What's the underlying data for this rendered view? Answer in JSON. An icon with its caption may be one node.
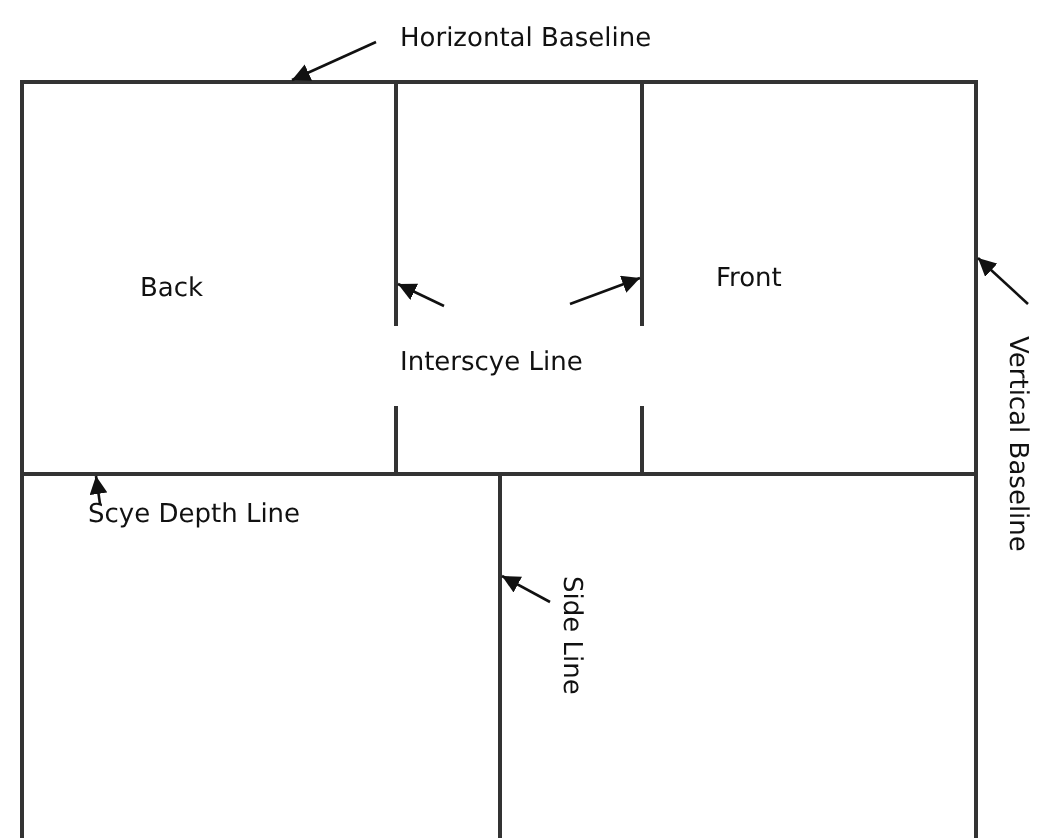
{
  "diagram": {
    "nodes": [
      {
        "text": [
          "Horizontal Baseline"
        ]
      },
      {
        "text": [],
        "shape": "line"
      },
      {
        "text": [
          "Interscye Line"
        ]
      },
      {
        "text": [],
        "shape": "line"
      },
      {
        "text": [],
        "shape": "line"
      },
      {
        "text": [
          "Vertical Baseline"
        ]
      },
      {
        "text": [],
        "shape": "line"
      },
      {
        "text": [
          "Scye Depth Line"
        ]
      },
      {
        "text": [],
        "shape": "line"
      },
      {
        "text": [
          "Side Line"
        ]
      },
      {
        "text": [],
        "shape": "line"
      }
    ],
    "edges": [
      {
        "from": 0,
        "to": 1,
        "arrow": "to"
      },
      {
        "from": 2,
        "to": 3,
        "arrow": "to"
      },
      {
        "from": 2,
        "to": 4,
        "arrow": "to"
      },
      {
        "from": 5,
        "to": 6,
        "arrow": "to"
      },
      {
        "from": 7,
        "to": 8,
        "arrow": "to"
      },
      {
        "from": 9,
        "to": 10,
        "arrow": "to"
      }
    ],
    "labels": [
      "Back",
      "Front"
    ]
  }
}
